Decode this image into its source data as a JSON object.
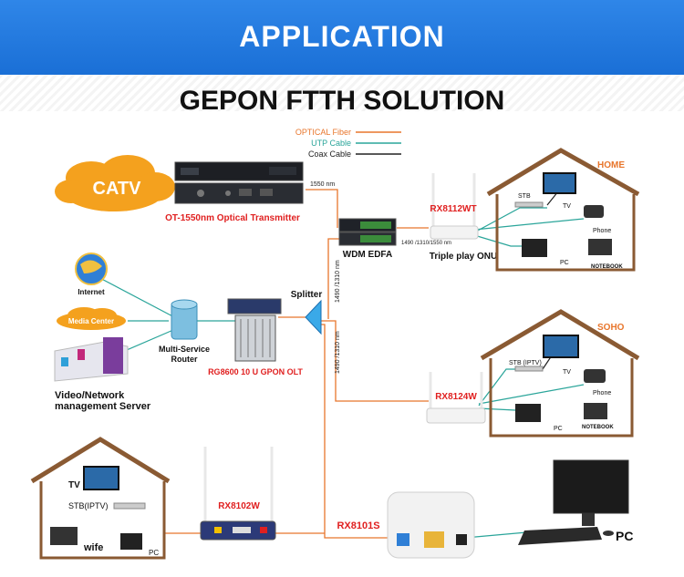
{
  "header": {
    "title": "APPLICATION"
  },
  "diagram": {
    "title": "GEPON FTTH SOLUTION",
    "legend": {
      "optical": "OPTICAL Fiber",
      "utp": "UTP Cable",
      "coax": "Coax Cable"
    },
    "colors": {
      "optical": "#e8762c",
      "utp": "#2aa59a",
      "coax": "#222222",
      "label_red": "#e02020",
      "banner": "#1f78df"
    },
    "catv": "CATV",
    "transmitter": "OT-1550nm Optical Transmitter",
    "fiber_1550": "1550 nm",
    "edfa": "WDM EDFA",
    "wdm_wavelengths": "1490 /1310/1550 nm",
    "onu_model": "RX8112WT",
    "onu_label": "Triple play ONU",
    "home": {
      "label": "HOME",
      "stb": "STB",
      "tv": "TV",
      "phone": "Phone",
      "pc": "PC",
      "notebook": "NOTEBOOK"
    },
    "soho": {
      "label": "SOHO",
      "stb": "STB (IPTV)",
      "tv": "TV",
      "phone": "Phone",
      "pc": "PC",
      "notebook": "NOTEBOOK"
    },
    "internet": "Internet",
    "media_center": "Media Center",
    "router": "Multi-Service Router",
    "router_l1": "Multi-Service",
    "router_l2": "Router",
    "server_l1": "Video/Network",
    "server_l2": "management Server",
    "splitter": "Splitter",
    "olt": "RG8600 10 U GPON OLT",
    "fiber_up": "1490 /1310 nm",
    "fiber_down": "1490 /1310 nm",
    "rx8124w": "RX8124W",
    "rx8102w": "RX8102W",
    "rx8101s": "RX8101S",
    "small_house": {
      "tv": "TV",
      "stb": "STB(IPTV)",
      "wifi": "wife",
      "pc": "PC"
    },
    "pc_right": "PC"
  }
}
